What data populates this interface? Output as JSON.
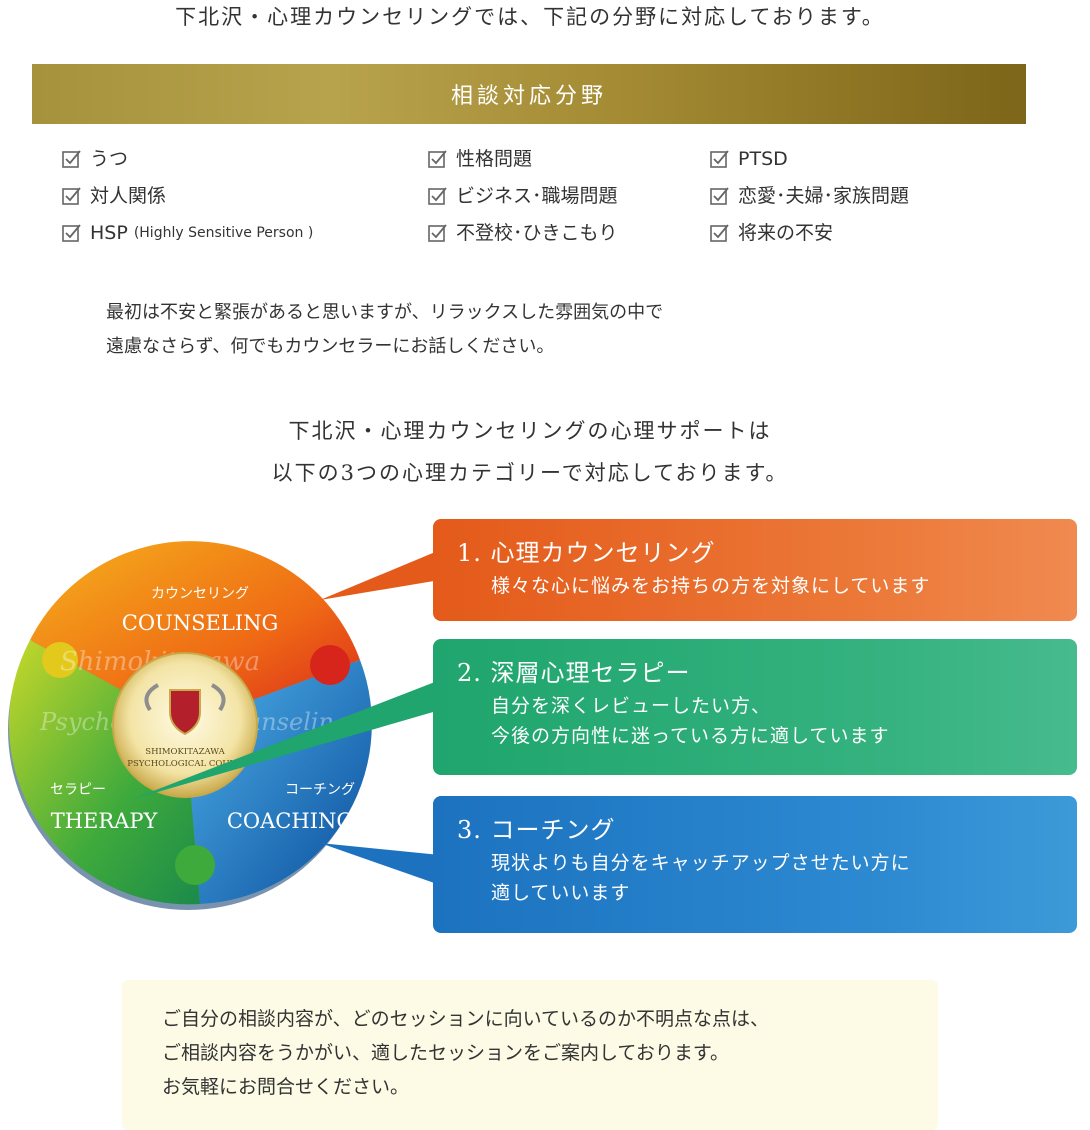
{
  "intro": "下北沢・心理カウンセリングでは、下記の分野に対応しております。",
  "banner_title": "相談対応分野",
  "areas": {
    "col1": [
      "うつ",
      "対人関係",
      "HSP"
    ],
    "hsp_sub": "(Highly Sensitive Person )",
    "col2": [
      "性格問題",
      "ビジネス･職場問題",
      "不登校･ひきこもり"
    ],
    "col3": [
      "PTSD",
      "恋愛･夫婦･家族問題",
      "将来の不安"
    ]
  },
  "para1": {
    "line1": "最初は不安と緊張があると思いますが、リラックスした雰囲気の中で",
    "line2": "遠慮なさらず、何でもカウンセラーにお話しください。"
  },
  "para2": {
    "line1": "下北沢・心理カウンセリングの心理サポートは",
    "line2": "以下の3つの心理カテゴリーで対応しております。"
  },
  "wheel": {
    "counseling_jp": "カウンセリング",
    "counseling_en": "COUNSELING",
    "therapy_jp": "セラピー",
    "therapy_en": "THERAPY",
    "coaching_jp": "コーチング",
    "coaching_en": "COACHING",
    "logo_text1": "SHIMOKITAZAWA",
    "logo_text2": "PSYCHOLOGICAL COUNS",
    "watermark1": "Shimokitazawa",
    "watermark2": "Psychological Counseling"
  },
  "categories": [
    {
      "title": "1. 心理カウンセリング",
      "desc": [
        "様々な心に悩みをお持ちの方を対象にしています"
      ]
    },
    {
      "title": "2. 深層心理セラピー",
      "desc": [
        "自分を深くレビューしたい方、",
        "今後の方向性に迷っている方に適しています"
      ]
    },
    {
      "title": "3. コーチング",
      "desc": [
        "現状よりも自分をキャッチアップさせたい方に",
        "適していいます"
      ]
    }
  ],
  "note": {
    "line1": "ご自分の相談内容が、どのセッションに向いているのか不明点な点は、",
    "line2": "ご相談内容をうかがい、適したセッションをご案内しております。",
    "line3": "お気軽にお問合せください。"
  },
  "colors": {
    "gold": "#a6913c",
    "orange": "#e45a1a",
    "green": "#1fa56d",
    "blue": "#1c72bf",
    "note_bg": "#fdfbe6"
  }
}
